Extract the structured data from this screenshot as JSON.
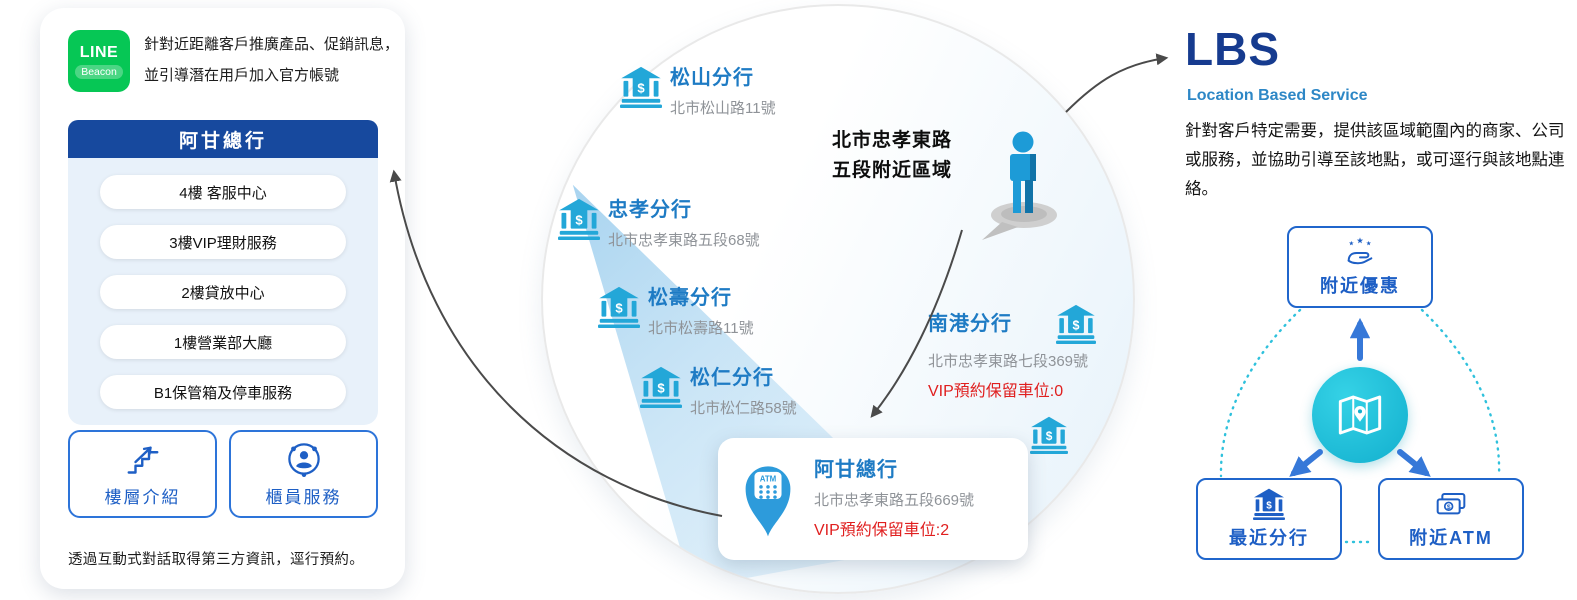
{
  "left_panel": {
    "logo_line1": "LINE",
    "logo_line2": "Beacon",
    "description": "針對近距離客戶推廣產品、促銷訊息，並引導潛在用戶加入官方帳號",
    "header": "阿甘總行",
    "floors": [
      "4樓 客服中心",
      "3樓VIP理財服務",
      "2樓貸放中心",
      "1樓營業部大廳",
      "B1保管箱及停車服務"
    ],
    "action_buttons": [
      {
        "label": "樓層介紹"
      },
      {
        "label": "櫃員服務"
      }
    ],
    "footer": "透過互動式對話取得第三方資訊，逕行預約。"
  },
  "map": {
    "area_label_line1": "北市忠孝東路",
    "area_label_line2": "五段附近區域",
    "branches": [
      {
        "name": "松山分行",
        "address": "北市松山路11號"
      },
      {
        "name": "忠孝分行",
        "address": "北市忠孝東路五段68號"
      },
      {
        "name": "松壽分行",
        "address": "北市松壽路11號"
      },
      {
        "name": "松仁分行",
        "address": "北市松仁路58號"
      },
      {
        "name": "南港分行",
        "address": "北市忠孝東路七段369號",
        "vip": "VIP預約保留車位:0"
      }
    ],
    "main_branch": {
      "name": "阿甘總行",
      "address": "北市忠孝東路五段669號",
      "vip": "VIP預約保留車位:2",
      "pin_label": "ATM"
    }
  },
  "lbs": {
    "title": "LBS",
    "subtitle": "Location Based Service",
    "description": "針對客戶特定需要，提供該區域範圍內的商家、公司或服務，並協助引導至該地點，或可逕行與該地點連絡。",
    "node_top": "附近優惠",
    "node_left": "最近分行",
    "node_right": "附近ATM"
  },
  "icons": {
    "bank_dollar_glyph": "$"
  },
  "colors": {
    "line_green": "#06C755",
    "header_navy": "#17499E",
    "brand_blue": "#1E5FC5",
    "branch_name_blue": "#1E7BC4",
    "map_icon_cyan": "#23A7D8",
    "hub_cyan": "#12AFCE",
    "alert_red": "#E01F1F",
    "lbs_navy": "#163B8F"
  }
}
